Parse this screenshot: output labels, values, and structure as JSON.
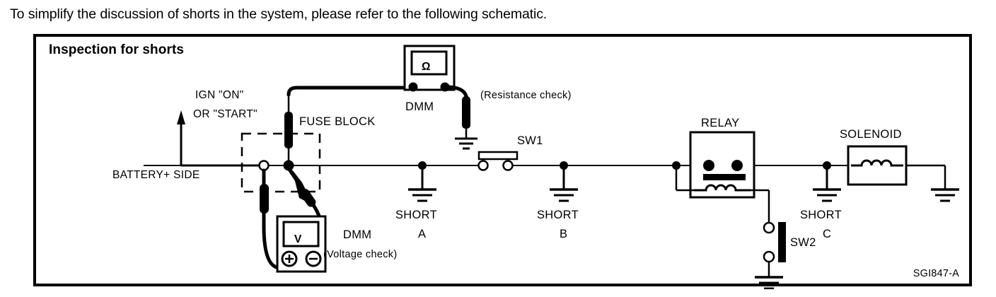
{
  "caption": {
    "text": "To simplify the discussion of shorts in the system, please refer to the following schematic."
  },
  "panel": {
    "title": "Inspection for shorts",
    "figure_code": "SGI847-A"
  },
  "diagram": {
    "type": "electrical-schematic",
    "subject": "Automotive circuit short-circuit inspection",
    "labels": {
      "battery_side": "BATTERY+ SIDE",
      "ign_line1": "IGN \"ON\"",
      "ign_line2": "OR \"START\"",
      "fuse_block": "FUSE BLOCK",
      "dmm_top": "DMM",
      "resistance_check": "(Resistance check)",
      "dmm_bottom": "DMM",
      "voltage_check": "(Voltage check)",
      "sw1": "SW1",
      "sw2": "SW2",
      "relay": "RELAY",
      "solenoid": "SOLENOID",
      "short_a_line1": "SHORT",
      "short_a_line2": "A",
      "short_b_line1": "SHORT",
      "short_b_line2": "B",
      "short_c_line1": "SHORT",
      "short_c_line2": "C",
      "ohm_symbol": "Ω",
      "volt_symbol": "V",
      "probe_plus": "+",
      "probe_minus": "−"
    },
    "components": [
      {
        "id": "fuse-block",
        "label": "FUSE BLOCK",
        "kind": "fuse-in-dashed-box"
      },
      {
        "id": "dmm-ohm",
        "label": "DMM",
        "mode": "Ω",
        "note": "(Resistance check)",
        "kind": "meter"
      },
      {
        "id": "dmm-volt",
        "label": "DMM",
        "mode": "V",
        "note": "(Voltage check)",
        "kind": "meter"
      },
      {
        "id": "sw1",
        "label": "SW1",
        "kind": "switch-horizontal"
      },
      {
        "id": "sw2",
        "label": "SW2",
        "kind": "switch-vertical"
      },
      {
        "id": "relay",
        "label": "RELAY",
        "kind": "relay"
      },
      {
        "id": "solenoid",
        "label": "SOLENOID",
        "kind": "coil"
      },
      {
        "id": "short-a",
        "label": "SHORT A",
        "kind": "ground-tap"
      },
      {
        "id": "short-b",
        "label": "SHORT B",
        "kind": "ground-tap"
      },
      {
        "id": "short-c",
        "label": "SHORT C",
        "kind": "ground-tap"
      }
    ],
    "colors": {
      "ink": "#000000",
      "paper": "#ffffff"
    }
  }
}
